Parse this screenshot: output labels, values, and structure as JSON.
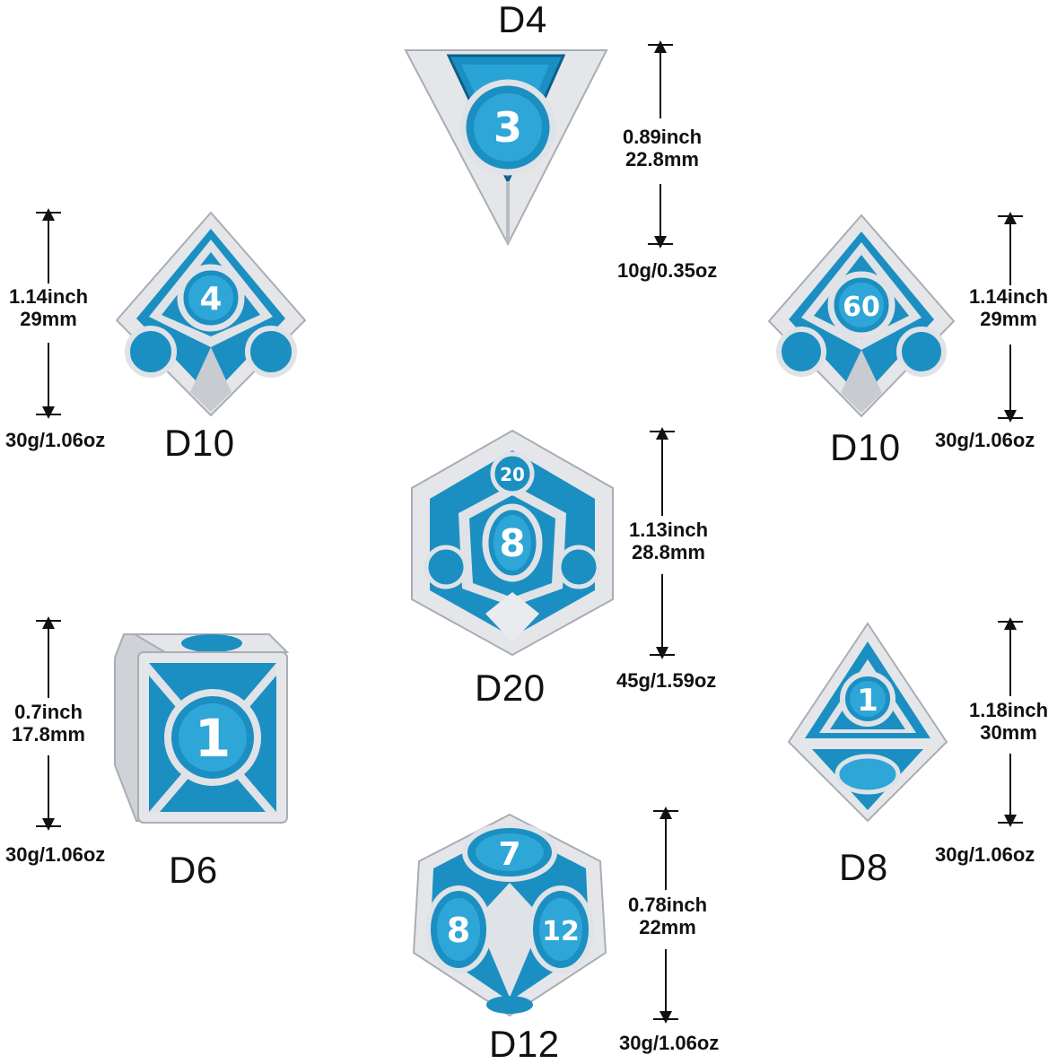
{
  "colors": {
    "metal": "#e4e6ea",
    "metal_dark": "#a9adb4",
    "enamel": "#1b8fc2",
    "enamel_dark": "#0c5f8a",
    "text": "#111111"
  },
  "dice": {
    "d4": {
      "label": "D4",
      "size_inch": "0.89inch",
      "size_mm": "22.8mm",
      "weight": "10g/0.35oz",
      "face": "3"
    },
    "d10a": {
      "label": "D10",
      "size_inch": "1.14inch",
      "size_mm": "29mm",
      "weight": "30g/1.06oz",
      "face": "4"
    },
    "d10b": {
      "label": "D10",
      "size_inch": "1.14inch",
      "size_mm": "29mm",
      "weight": "30g/1.06oz",
      "face": "60"
    },
    "d20": {
      "label": "D20",
      "size_inch": "1.13inch",
      "size_mm": "28.8mm",
      "weight": "45g/1.59oz",
      "face": "8"
    },
    "d6": {
      "label": "D6",
      "size_inch": "0.7inch",
      "size_mm": "17.8mm",
      "weight": "30g/1.06oz",
      "face": "1"
    },
    "d8": {
      "label": "D8",
      "size_inch": "1.18inch",
      "size_mm": "30mm",
      "weight": "30g/1.06oz",
      "face": "1"
    },
    "d12": {
      "label": "D12",
      "size_inch": "0.78inch",
      "size_mm": "22mm",
      "weight": "30g/1.06oz",
      "face": "7"
    }
  }
}
